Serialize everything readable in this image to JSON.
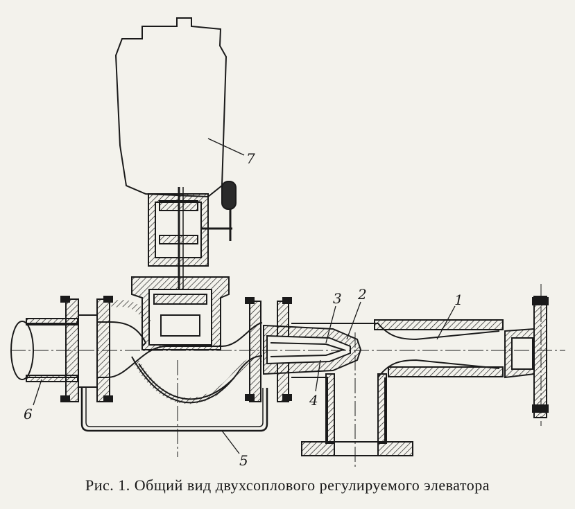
{
  "figure": {
    "caption": "Рис. 1. Общий вид двухсоплового регулируемого элеватора",
    "callouts": [
      "1",
      "2",
      "3",
      "4",
      "5",
      "6",
      "7"
    ]
  },
  "colors": {
    "ink": "#1a1a1a",
    "paper": "#f3f2ec"
  }
}
